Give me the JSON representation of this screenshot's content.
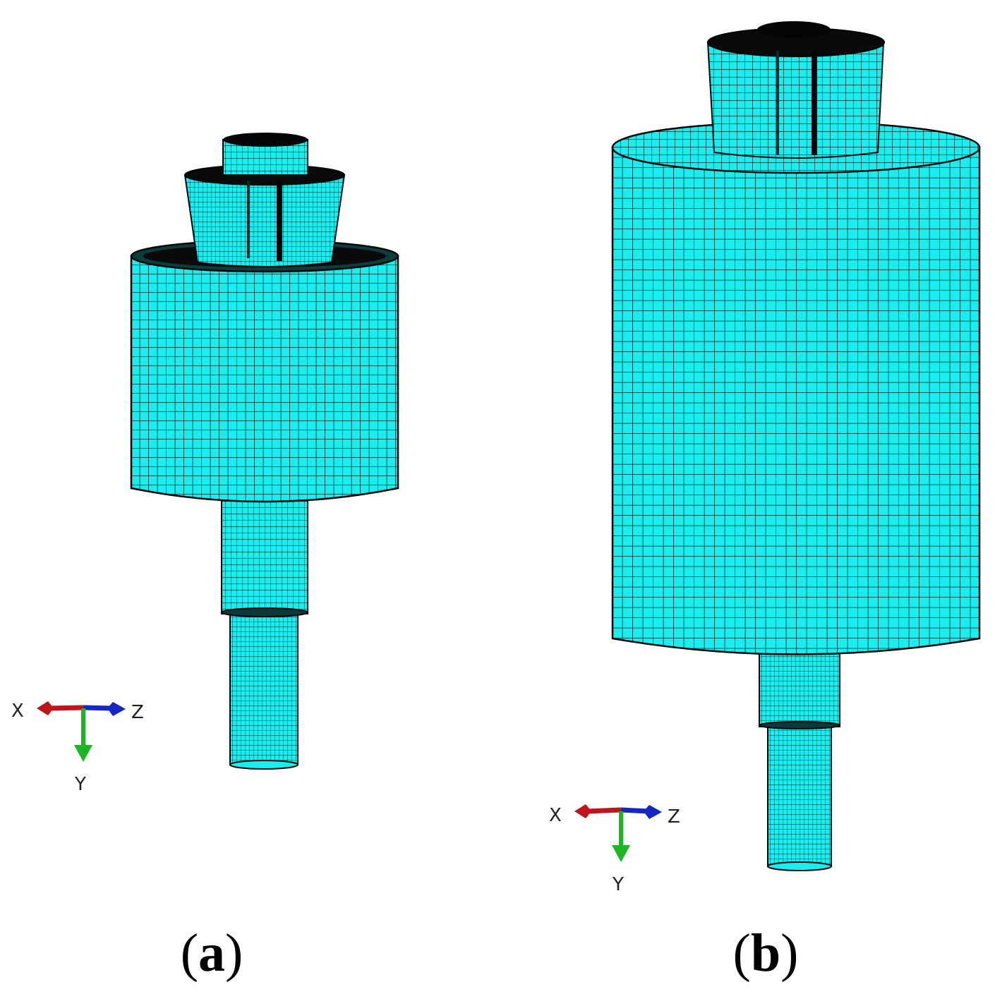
{
  "panels": [
    {
      "id": "a",
      "label": {
        "open": "(",
        "letter": "a",
        "close": ")"
      },
      "triad": {
        "x_label": "X",
        "y_label": "Y",
        "z_label": "Z"
      }
    },
    {
      "id": "b",
      "label": {
        "open": "(",
        "letter": "b",
        "close": ")"
      },
      "triad": {
        "x_label": "X",
        "y_label": "Y",
        "z_label": "Z"
      }
    }
  ],
  "colors": {
    "mesh_fill": "#19EDED",
    "mesh_line": "#0a2a2a",
    "dark": "#050505",
    "axis_x": "#c0141b",
    "axis_y": "#1db524",
    "axis_z": "#1626c4"
  }
}
